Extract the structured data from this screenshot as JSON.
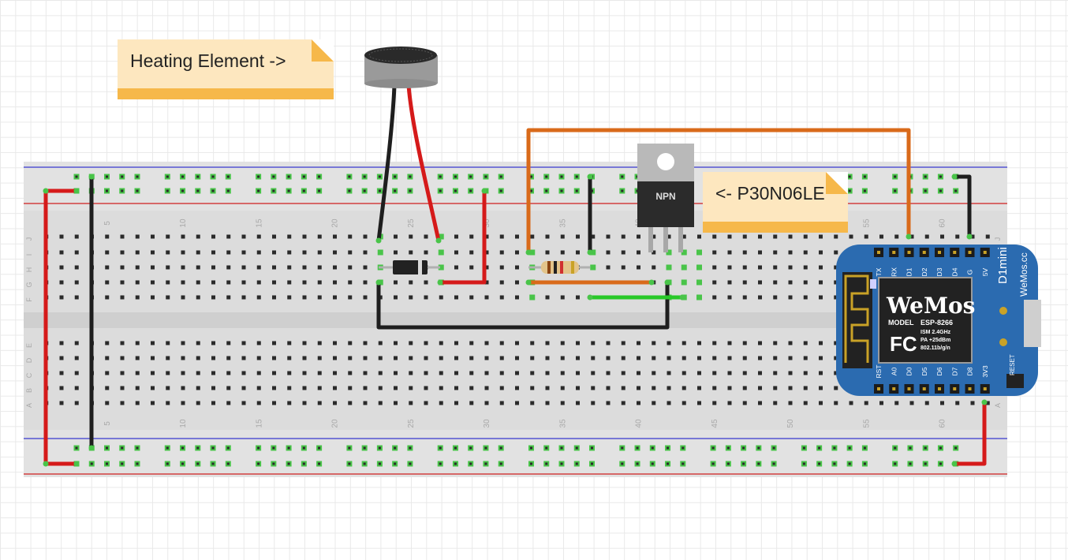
{
  "notes": {
    "heating": "Heating Element ->",
    "mosfet": "<- P30N06LE"
  },
  "breadboard": {
    "row_letters_top": [
      "J",
      "I",
      "H",
      "G",
      "F"
    ],
    "row_letters_bottom": [
      "E",
      "D",
      "C",
      "B",
      "A"
    ],
    "column_numbers": [
      "5",
      "10",
      "15",
      "20",
      "25",
      "30",
      "35",
      "40",
      "45",
      "50",
      "55",
      "60"
    ]
  },
  "transistor": {
    "label": "NPN"
  },
  "board": {
    "name": "D1mini",
    "site": "WeMos.cc",
    "logo": "WeMos",
    "model_label": "MODEL",
    "model": "ESP-8266",
    "spec1": "ISM 2.4GHz",
    "spec2": "PA +25dBm",
    "spec3": "802.11b/g/n",
    "fc": "FC",
    "reset_label": "RESET",
    "top_pins": [
      "TX",
      "RX",
      "D1",
      "D2",
      "D3",
      "D4",
      "G",
      "5V"
    ],
    "bottom_pins": [
      "RST",
      "A0",
      "D0",
      "D5",
      "D6",
      "D7",
      "D8",
      "3V3"
    ]
  },
  "colors": {
    "wire_black": "#1e1e1e",
    "wire_red": "#d51a1a",
    "wire_orange": "#d96a1a",
    "wire_green": "#28c828",
    "rail_blue": "#3a3ad0",
    "rail_red": "#d02020",
    "board_blue": "#2b6bb0",
    "note_fill": "#fde7bf",
    "note_bar": "#f6b84a"
  }
}
